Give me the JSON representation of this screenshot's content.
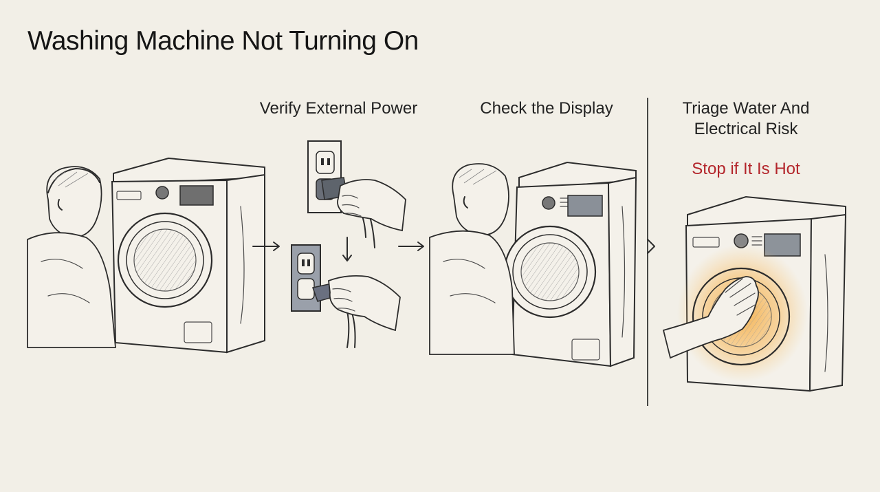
{
  "title": "Washing Machine Not Turning On",
  "steps": [
    {
      "label": "Verify External Power"
    },
    {
      "label": "Check the Display"
    },
    {
      "label": "Triage Water And\nElectrical Risk"
    }
  ],
  "warning": {
    "text": "Stop if It Is Hot",
    "color": "#b3252b"
  },
  "colors": {
    "background": "#f2efe7",
    "ink": "#2c2c2c",
    "heat": "#f0a33a"
  }
}
